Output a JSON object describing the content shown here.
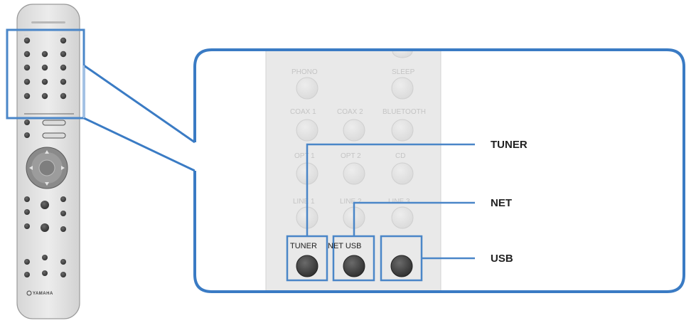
{
  "callouts": {
    "tuner": "TUNER",
    "net": "NET",
    "usb": "USB"
  },
  "buttons": {
    "tuner": "TUNER",
    "net_usb": "NET USB",
    "phono": "PHONO",
    "sleep": "SLEEP",
    "coax1": "COAX 1",
    "coax2": "COAX 2",
    "bluetooth": "BLUETOOTH",
    "opt1": "OPT 1",
    "opt2": "OPT 2",
    "cd": "CD",
    "line1": "LINE 1",
    "line2": "LINE 2",
    "line3": "LINE 3"
  },
  "remote": {
    "brand": "YAMAHA"
  },
  "colors": {
    "highlight": "#4a86c8",
    "callout_border": "#3a7bc4",
    "remote_body": "#e8e8e8",
    "button_dark": "#4a4a4a"
  },
  "icons": {
    "wheel": "dpad-wheel-icon",
    "brand_logo": "yamaha-logo-icon"
  }
}
